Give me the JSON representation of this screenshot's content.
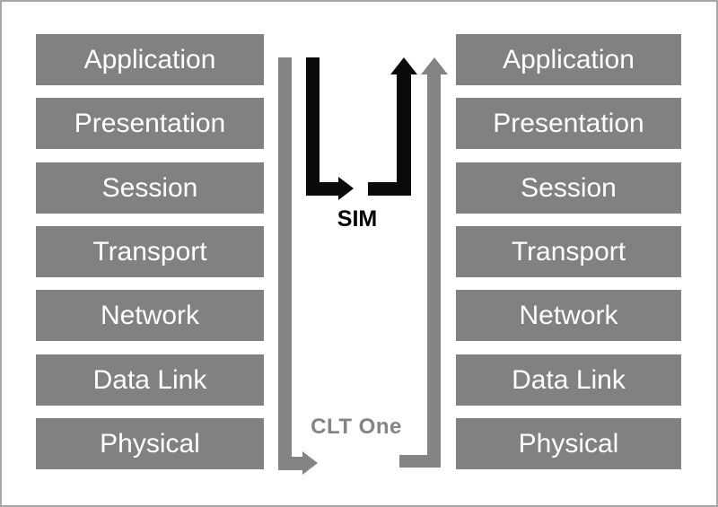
{
  "stacks": {
    "left": {
      "layers": [
        "Application",
        "Presentation",
        "Session",
        "Transport",
        "Network",
        "Data Link",
        "Physical"
      ]
    },
    "right": {
      "layers": [
        "Application",
        "Presentation",
        "Session",
        "Transport",
        "Network",
        "Data Link",
        "Physical"
      ]
    }
  },
  "labels": {
    "sim": "SIM",
    "clt_one": "CLT One"
  },
  "arrows": [
    {
      "name": "gray-down-right-arrow",
      "direction": "down-then-right",
      "color": "#848484"
    },
    {
      "name": "black-down-right-arrow",
      "direction": "down-then-right",
      "color": "#0a0a0a",
      "label": "SIM"
    },
    {
      "name": "black-up-arrow",
      "direction": "right-then-up",
      "color": "#0a0a0a"
    },
    {
      "name": "gray-up-arrow",
      "direction": "right-then-up",
      "color": "#848484",
      "label": "CLT One"
    }
  ],
  "colors": {
    "layer_box": "#818181",
    "layer_text": "#ffffff",
    "arrow_gray": "#848484",
    "arrow_black": "#0a0a0a",
    "label_sim": "#000000",
    "label_clt_one": "#848484",
    "canvas_border": "#a6a6a6",
    "background": "#ffffff"
  }
}
